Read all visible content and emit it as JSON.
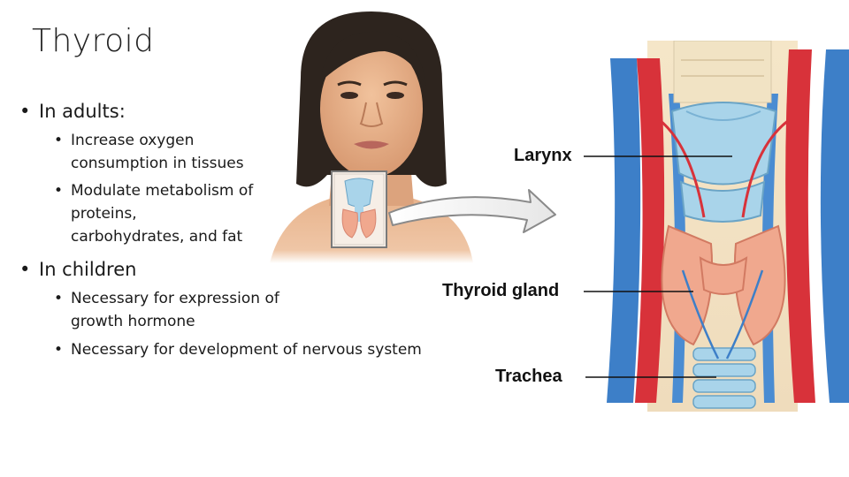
{
  "slide": {
    "title": "Thyroid",
    "section1": {
      "heading": "In adults:",
      "items": [
        "Increase oxygen",
        "consumption in tissues",
        "Modulate metabolism of",
        "proteins,",
        "carbohydrates, and fat"
      ]
    },
    "section2": {
      "heading": "In children",
      "items": [
        "Necessary for expression of",
        "growth hormone",
        "Necessary for development of nervous system"
      ]
    },
    "bullet_glyph": "•"
  },
  "labels": {
    "larynx": "Larynx",
    "thyroid_gland": "Thyroid gland",
    "trachea": "Trachea"
  },
  "colors": {
    "artery": "#d8323a",
    "vein": "#3d7fc8",
    "cartilage": "#a9d4ea",
    "gland": "#f0a88e",
    "skin": "#e9b48d",
    "hair": "#2d241e"
  }
}
